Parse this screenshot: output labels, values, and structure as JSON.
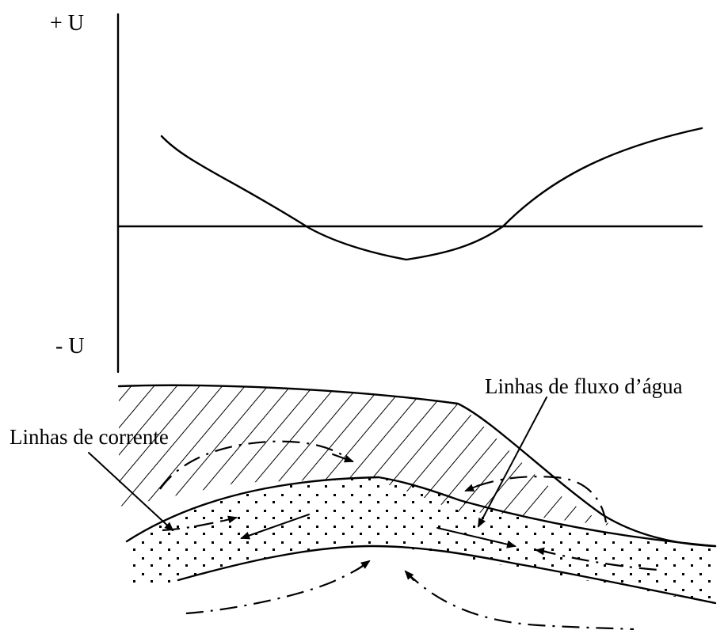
{
  "axis": {
    "top_label": "+ U",
    "bottom_label": "- U"
  },
  "labels": {
    "flow_lines": "Linhas de fluxo d’água",
    "current_lines": "Linhas de corrente"
  }
}
